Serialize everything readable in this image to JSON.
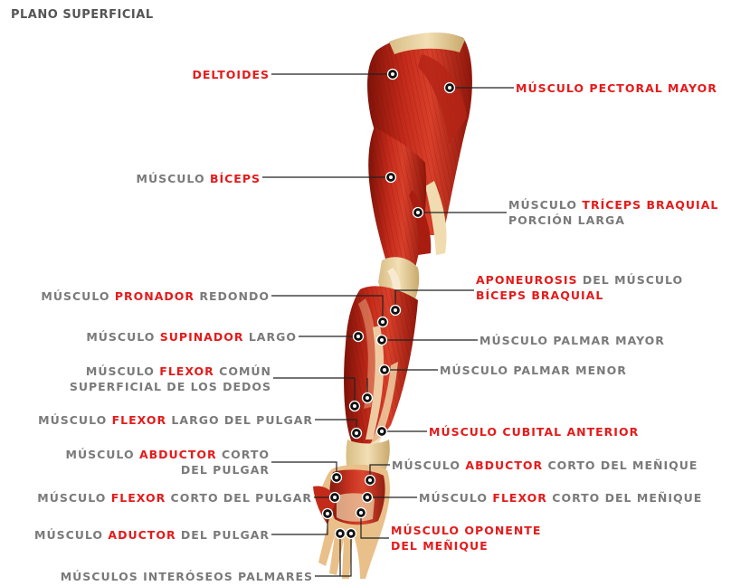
{
  "title": "PLANO SUPERFICIAL",
  "colors": {
    "accent": "#e41b1b",
    "text": "#7a7a7a",
    "muscle": "#c0261a",
    "tendon": "#e8cf9a"
  },
  "labels": [
    {
      "id": "deltoides",
      "lines": [
        [
          {
            "t": "DELTOIDES",
            "h": true
          }
        ]
      ]
    },
    {
      "id": "pectoral-mayor",
      "lines": [
        [
          {
            "t": "MÚSCULO PECTORAL MAYOR",
            "h": true
          }
        ]
      ]
    },
    {
      "id": "biceps",
      "lines": [
        [
          {
            "t": "MÚSCULO ",
            "h": false
          },
          {
            "t": "BÍCEPS",
            "h": true
          }
        ]
      ]
    },
    {
      "id": "triceps",
      "lines": [
        [
          {
            "t": "MÚSCULO ",
            "h": false
          },
          {
            "t": "TRÍCEPS BRAQUIAL",
            "h": true
          }
        ],
        [
          {
            "t": "PORCIÓN LARGA",
            "h": false
          }
        ]
      ]
    },
    {
      "id": "aponeurosis",
      "lines": [
        [
          {
            "t": "APONEUROSIS",
            "h": true
          },
          {
            "t": " DEL MÚSCULO",
            "h": false
          }
        ],
        [
          {
            "t": "BÍCEPS BRAQUIAL",
            "h": true
          }
        ]
      ]
    },
    {
      "id": "pronador",
      "lines": [
        [
          {
            "t": "MÚSCULO ",
            "h": false
          },
          {
            "t": "PRONADOR",
            "h": true
          },
          {
            "t": " REDONDO",
            "h": false
          }
        ]
      ]
    },
    {
      "id": "supinador",
      "lines": [
        [
          {
            "t": "MÚSCULO ",
            "h": false
          },
          {
            "t": "SUPINADOR",
            "h": true
          },
          {
            "t": " LARGO",
            "h": false
          }
        ]
      ]
    },
    {
      "id": "palmar-mayor",
      "lines": [
        [
          {
            "t": "MÚSCULO PALMAR MAYOR",
            "h": false
          }
        ]
      ]
    },
    {
      "id": "palmar-menor",
      "lines": [
        [
          {
            "t": "MÚSCULO PALMAR MENOR",
            "h": false
          }
        ]
      ]
    },
    {
      "id": "flexor-comun",
      "lines": [
        [
          {
            "t": "MÚSCULO ",
            "h": false
          },
          {
            "t": "FLEXOR",
            "h": true
          },
          {
            "t": " COMÚN",
            "h": false
          }
        ],
        [
          {
            "t": "SUPERFICIAL DE LOS DEDOS",
            "h": false
          }
        ]
      ]
    },
    {
      "id": "flexor-largo-pulgar",
      "lines": [
        [
          {
            "t": "MÚSCULO ",
            "h": false
          },
          {
            "t": "FLEXOR",
            "h": true
          },
          {
            "t": " LARGO DEL PULGAR",
            "h": false
          }
        ]
      ]
    },
    {
      "id": "cubital-anterior",
      "lines": [
        [
          {
            "t": "MÚSCULO CUBITAL ANTERIOR",
            "h": true
          }
        ]
      ]
    },
    {
      "id": "abductor-corto-pulgar",
      "lines": [
        [
          {
            "t": "MÚSCULO ",
            "h": false
          },
          {
            "t": "ABDUCTOR",
            "h": true
          },
          {
            "t": " CORTO",
            "h": false
          }
        ],
        [
          {
            "t": "DEL PULGAR",
            "h": false
          }
        ]
      ]
    },
    {
      "id": "abductor-menique",
      "lines": [
        [
          {
            "t": "MÚSCULO ",
            "h": false
          },
          {
            "t": "ABDUCTOR",
            "h": true
          },
          {
            "t": " CORTO DEL MEÑIQUE",
            "h": false
          }
        ]
      ]
    },
    {
      "id": "flexor-corto-pulgar",
      "lines": [
        [
          {
            "t": "MÚSCULO ",
            "h": false
          },
          {
            "t": "FLEXOR",
            "h": true
          },
          {
            "t": " CORTO DEL PULGAR",
            "h": false
          }
        ]
      ]
    },
    {
      "id": "flexor-corto-menique",
      "lines": [
        [
          {
            "t": "MÚSCULO ",
            "h": false
          },
          {
            "t": "FLEXOR",
            "h": true
          },
          {
            "t": " CORTO DEL MEÑIQUE",
            "h": false
          }
        ]
      ]
    },
    {
      "id": "aductor-pulgar",
      "lines": [
        [
          {
            "t": "MÚSCULO ",
            "h": false
          },
          {
            "t": "ADUCTOR",
            "h": true
          },
          {
            "t": " DEL PULGAR",
            "h": false
          }
        ]
      ]
    },
    {
      "id": "oponente-menique",
      "lines": [
        [
          {
            "t": "MÚSCULO OPONENTE",
            "h": true
          }
        ],
        [
          {
            "t": "DEL MEÑIQUE",
            "h": true
          }
        ]
      ]
    },
    {
      "id": "interoseos",
      "lines": [
        [
          {
            "t": "MÚSCULOS INTERÓSEOS PALMARES",
            "h": false
          }
        ]
      ]
    }
  ]
}
